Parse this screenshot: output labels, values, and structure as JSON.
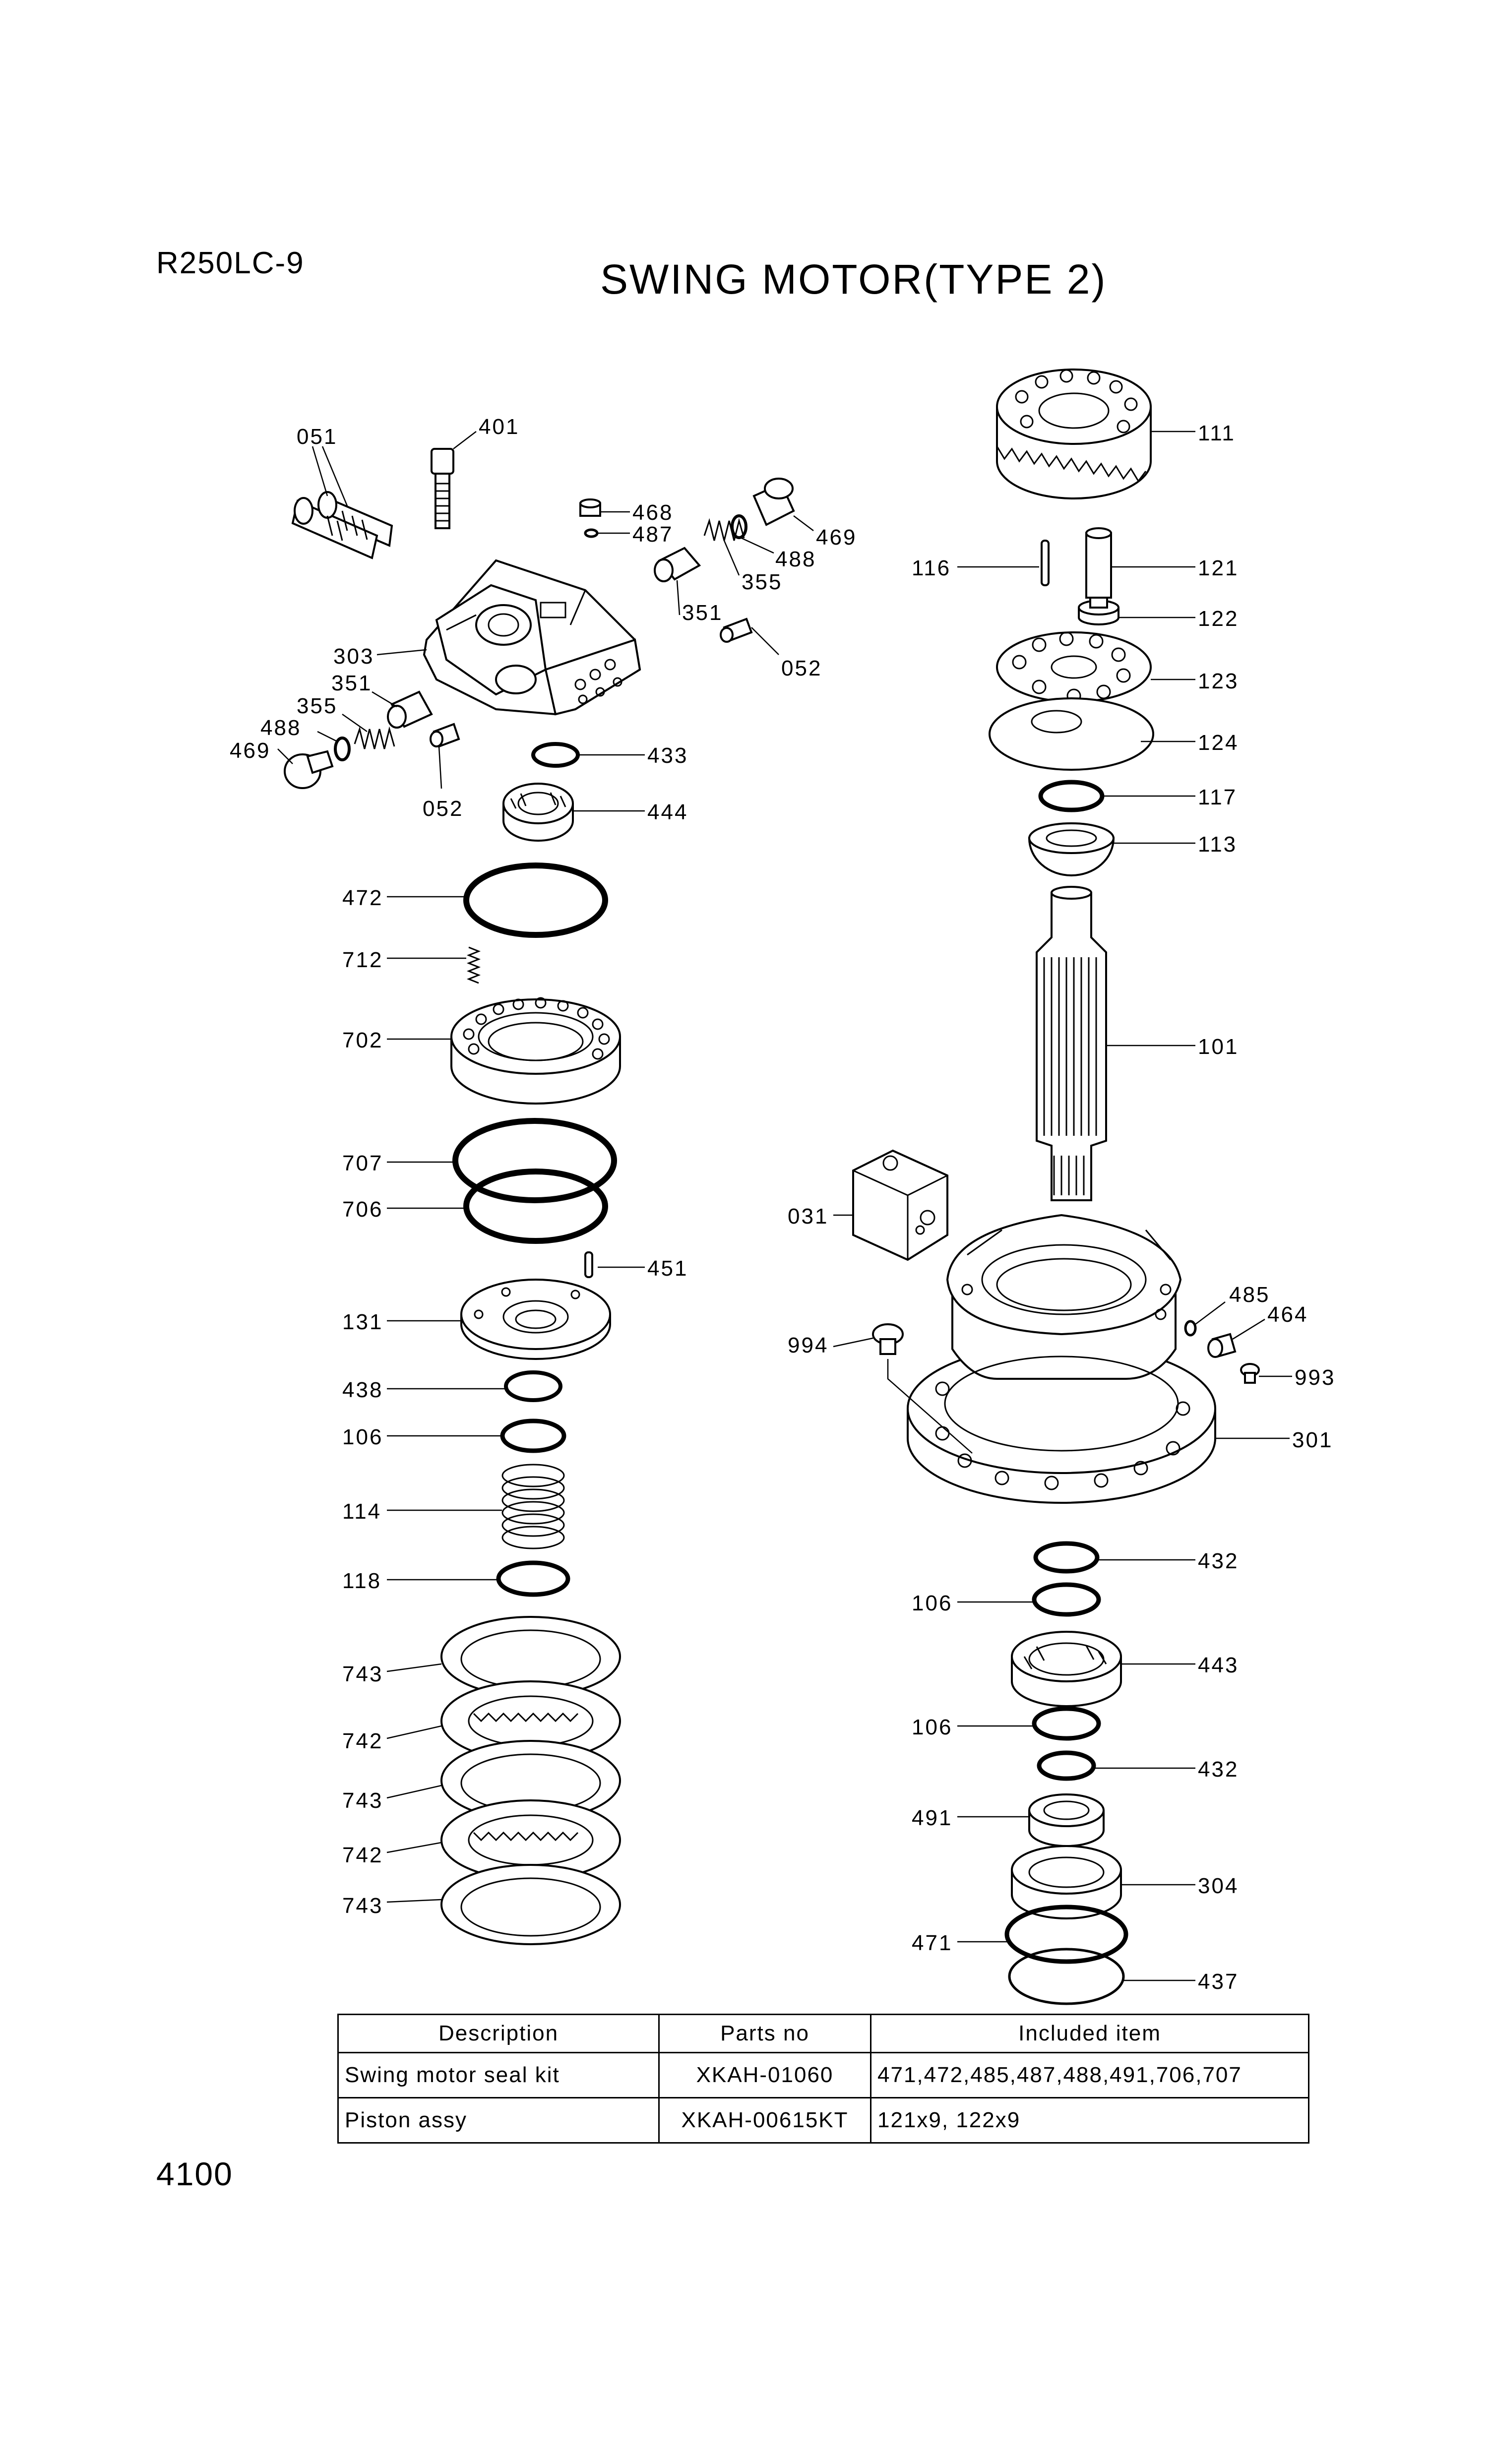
{
  "header": {
    "model": "R250LC-9",
    "title": "SWING MOTOR(TYPE 2)"
  },
  "page_number": "4100",
  "callouts": {
    "c051": "051",
    "c401": "401",
    "c468": "468",
    "c487": "487",
    "c469a": "469",
    "c488a": "488",
    "c355a": "355",
    "c351a": "351",
    "c052a": "052",
    "c303": "303",
    "c351b": "351",
    "c355b": "355",
    "c488b": "488",
    "c469b": "469",
    "c052b": "052",
    "c433": "433",
    "c444": "444",
    "c472": "472",
    "c712": "712",
    "c702": "702",
    "c707": "707",
    "c706": "706",
    "c451": "451",
    "c131": "131",
    "c438": "438",
    "c106a": "106",
    "c114": "114",
    "c118": "118",
    "c743a": "743",
    "c742a": "742",
    "c743b": "743",
    "c742b": "742",
    "c743c": "743",
    "c111": "111",
    "c116": "116",
    "c121": "121",
    "c122": "122",
    "c123": "123",
    "c124": "124",
    "c117": "117",
    "c113": "113",
    "c101": "101",
    "c031": "031",
    "c485": "485",
    "c464": "464",
    "c994": "994",
    "c993": "993",
    "c301": "301",
    "c432a": "432",
    "c106b": "106",
    "c443": "443",
    "c106c": "106",
    "c432b": "432",
    "c491": "491",
    "c304": "304",
    "c471": "471",
    "c437": "437"
  },
  "parts_table": {
    "headers": [
      "Description",
      "Parts no",
      "Included item"
    ],
    "rows": [
      {
        "description": "Swing motor seal kit",
        "parts_no": "XKAH-01060",
        "included": "471,472,485,487,488,491,706,707"
      },
      {
        "description": "Piston assy",
        "parts_no": "XKAH-00615KT",
        "included": "121x9, 122x9"
      }
    ]
  }
}
